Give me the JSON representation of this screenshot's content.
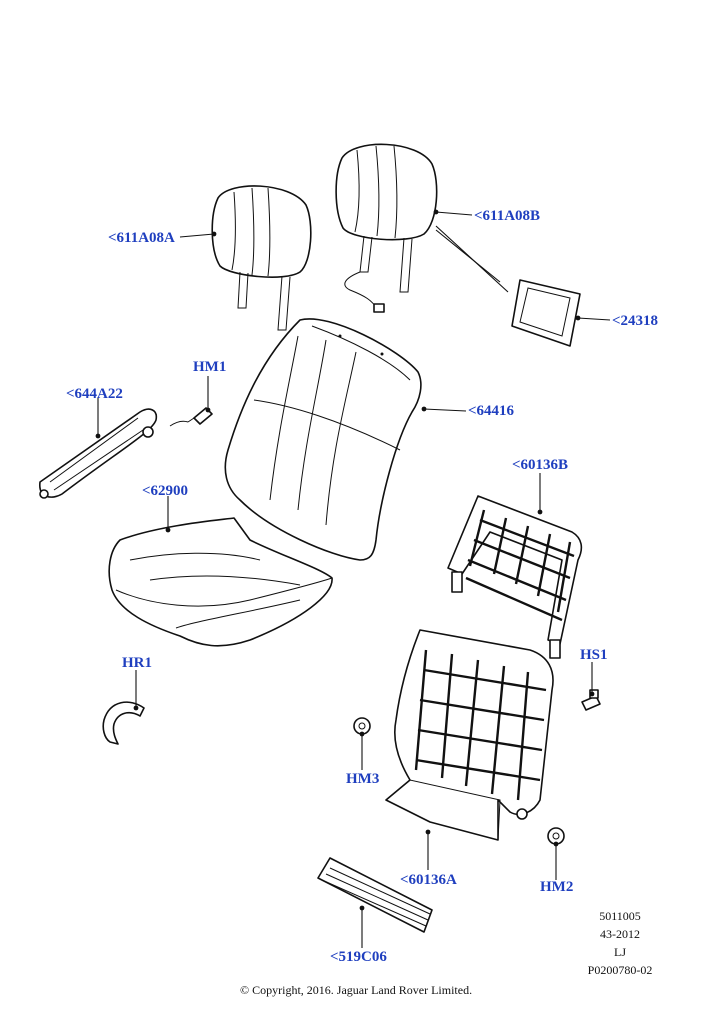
{
  "callouts": {
    "headrest_left": "<611A08A",
    "headrest_right": "<611A08B",
    "bezel": "<24318",
    "armrest": "<644A22",
    "hm1": "HM1",
    "backrest": "<64416",
    "cushion": "<62900",
    "back_frame": "<60136B",
    "hr1": "HR1",
    "hs1": "HS1",
    "hm3": "HM3",
    "seat_frame": "<60136A",
    "hm2": "HM2",
    "trim_strip": "<519C06"
  },
  "meta": {
    "ref_no": "5011005",
    "date_code": "43-2012",
    "initials": "LJ",
    "illustration_no": "P0200780-02"
  },
  "copyright": "© Copyright, 2016. Jaguar Land Rover Limited."
}
